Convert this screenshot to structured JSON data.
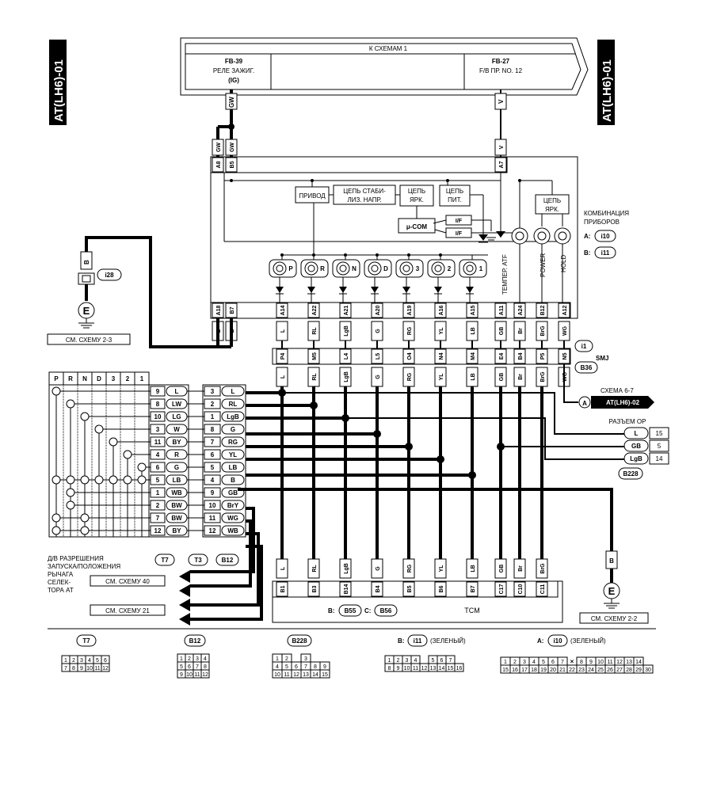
{
  "side_tag": {
    "left": "AT(LH6)-01",
    "right": "AT(LH6)-01"
  },
  "top_bar": {
    "title": "К СХЕМАМ 1",
    "fb39": {
      "code": "FB-39",
      "name": "РЕЛЕ ЗАЖИГ.",
      "sub": "(IG)"
    },
    "fb27": {
      "code": "FB-27",
      "name": "F/B  ПР.  NO. 12"
    }
  },
  "top_wires": {
    "left": "GW",
    "right": "V"
  },
  "combo": {
    "title1": "КОМБИНАЦИЯ",
    "title2": "ПРИБОРОВ",
    "i10_prefix": "A:",
    "i10": "i10",
    "i11_prefix": "B:",
    "i11": "i11",
    "top_pins": [
      {
        "pin": "A8",
        "wire": "GW"
      },
      {
        "pin": "B5",
        "wire": "GW"
      },
      {
        "pin": "A7",
        "wire": "V"
      }
    ],
    "privod": "ПРИВОД",
    "stab1": "ЦЕПЬ СТАБИ-",
    "stab2": "ЛИЗ. НАПР.",
    "yark1": "ЦЕПЬ",
    "yark2": "ЯРК.",
    "pit1": "ЦЕПЬ",
    "pit2": "ПИТ.",
    "ucom": "μ-COM",
    "if1": "I/F",
    "if2": "I/F",
    "yark_r1": "ЦЕПЬ",
    "yark_r2": "ЯРК.",
    "lamps": [
      "P",
      "R",
      "N",
      "D",
      "3",
      "2",
      "1"
    ],
    "temp": "ТЕМПЕР. ATF",
    "power": "POWER",
    "hold": "HOLD",
    "bottom_pins": [
      "A18",
      "B7",
      "A14",
      "A22",
      "A21",
      "A20",
      "A19",
      "A16",
      "A15",
      "A11",
      "A24",
      "B12",
      "A12"
    ],
    "bottom_wires": [
      "B",
      "B",
      "L",
      "RL",
      "LgB",
      "G",
      "RG",
      "YL",
      "LB",
      "GB",
      "Br",
      "BrG",
      "WG"
    ]
  },
  "ground_i28": {
    "wire": "B",
    "conn": "i28",
    "label": "E",
    "ref": "СМ. СХЕМУ 2-3"
  },
  "smj": {
    "i1": "i1",
    "name": "SMJ",
    "b36": "B36",
    "pins": [
      "P4",
      "M5",
      "L4",
      "L5",
      "O4",
      "N4",
      "M4",
      "E4",
      "B4",
      "P5",
      "N5"
    ],
    "wires": [
      "L",
      "RL",
      "LgB",
      "G",
      "RG",
      "YL",
      "LB",
      "GB",
      "Br",
      "BrG",
      "WG"
    ]
  },
  "scheme67": {
    "label": "СХЕМА 6-7",
    "circle": "A",
    "target": "AT(LH6)-02"
  },
  "razem": {
    "title": "РАЗЪЕМ ОР",
    "rows": [
      {
        "wire": "L",
        "pin": "15"
      },
      {
        "wire": "GB",
        "pin": "5"
      },
      {
        "wire": "LgB",
        "pin": "14"
      }
    ],
    "conn": "B228"
  },
  "switch_table": {
    "headers": [
      "P",
      "R",
      "N",
      "D",
      "3",
      "2",
      "1"
    ],
    "t7_rows": [
      {
        "pin": "9",
        "wire": "L"
      },
      {
        "pin": "8",
        "wire": "LW"
      },
      {
        "pin": "10",
        "wire": "LG"
      },
      {
        "pin": "3",
        "wire": "W"
      },
      {
        "pin": "11",
        "wire": "BY"
      },
      {
        "pin": "4",
        "wire": "R"
      },
      {
        "pin": "6",
        "wire": "G"
      },
      {
        "pin": "5",
        "wire": "LB"
      },
      {
        "pin": "1",
        "wire": "WB"
      },
      {
        "pin": "2",
        "wire": "BW"
      },
      {
        "pin": "7",
        "wire": "BW"
      },
      {
        "pin": "12",
        "wire": "BY"
      }
    ],
    "b12_rows": [
      {
        "pin": "3",
        "wire": "L"
      },
      {
        "pin": "2",
        "wire": "RL"
      },
      {
        "pin": "1",
        "wire": "LgB"
      },
      {
        "pin": "8",
        "wire": "G"
      },
      {
        "pin": "7",
        "wire": "RG"
      },
      {
        "pin": "6",
        "wire": "YL"
      },
      {
        "pin": "5",
        "wire": "LB"
      },
      {
        "pin": "4",
        "wire": "B"
      },
      {
        "pin": "9",
        "wire": "GB"
      },
      {
        "pin": "10",
        "wire": "BrY"
      },
      {
        "pin": "11",
        "wire": "WG"
      },
      {
        "pin": "12",
        "wire": "WB"
      }
    ],
    "caption": [
      "Д/В РАЗРЕШЕНИЯ",
      "ЗАПУСКА/ПОЛОЖЕНИЯ",
      "РЫЧАГА",
      "СЕЛЕК-",
      "ТОРА AT"
    ],
    "conn_t7": "T7",
    "conn_t3": "T3",
    "conn_b12": "B12"
  },
  "refs": {
    "s40": "СМ. СХЕМУ 40",
    "s21": "СМ. СХЕМУ 21",
    "s22": "СМ. СХЕМУ 2-2"
  },
  "ground_right": {
    "wire": "B",
    "label": "E"
  },
  "tcm": {
    "name": "TCM",
    "b_prefix": "B:",
    "b55": "B55",
    "c_prefix": "C:",
    "b56": "B56",
    "pins": [
      "B1",
      "B3",
      "B14",
      "B4",
      "B5",
      "B6",
      "B7",
      "C17",
      "C10",
      "C11"
    ],
    "wires": [
      "L",
      "RL",
      "LgB",
      "G",
      "RG",
      "YL",
      "LB",
      "GB",
      "Br",
      "BrG"
    ]
  },
  "legend": {
    "t7": {
      "name": "T7",
      "rows": [
        [
          "1",
          "2",
          "3",
          "4",
          "5",
          "6"
        ],
        [
          "7",
          "8",
          "9",
          "10",
          "11",
          "12"
        ]
      ]
    },
    "b12": {
      "name": "B12",
      "rows": [
        [
          "1",
          "2",
          "3",
          "4"
        ],
        [
          "5",
          "6",
          "7",
          "8"
        ],
        [
          "9",
          "10",
          "11",
          "12"
        ]
      ]
    },
    "b228": {
      "name": "B228",
      "rows": [
        [
          "1",
          "2",
          "",
          "3"
        ],
        [
          "4",
          "5",
          "6",
          "7",
          "8",
          "9"
        ],
        [
          "10",
          "11",
          "12",
          "13",
          "14",
          "15"
        ]
      ]
    },
    "i11": {
      "prefix": "B:",
      "name": "i11",
      "note": "(ЗЕЛЕНЫЙ)",
      "rows": [
        [
          "1",
          "2",
          "3",
          "4",
          "",
          "5",
          "6",
          "7"
        ],
        [
          "8",
          "9",
          "10",
          "11",
          "12",
          "13",
          "14",
          "15",
          "16"
        ]
      ]
    },
    "i10": {
      "prefix": "A:",
      "name": "i10",
      "note": "(ЗЕЛЕНЫЙ)",
      "rows": [
        [
          "1",
          "2",
          "3",
          "4",
          "5",
          "6",
          "7",
          "",
          "8",
          "9",
          "10",
          "11",
          "12",
          "13",
          "14"
        ],
        [
          "15",
          "16",
          "17",
          "18",
          "19",
          "20",
          "21",
          "22",
          "23",
          "24",
          "25",
          "26",
          "27",
          "28",
          "29",
          "30"
        ]
      ]
    }
  }
}
